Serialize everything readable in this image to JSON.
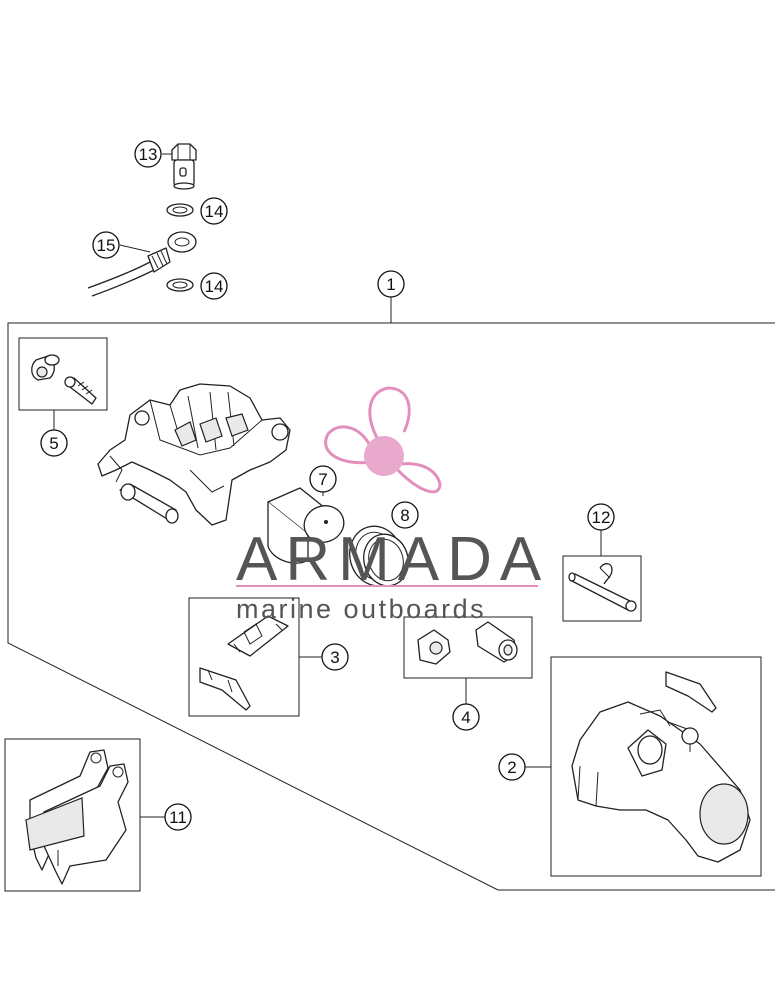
{
  "callouts": {
    "c1": "1",
    "c2": "2",
    "c3": "3",
    "c4": "4",
    "c5": "5",
    "c7": "7",
    "c8": "8",
    "c11": "11",
    "c12": "12",
    "c13": "13",
    "c14a": "14",
    "c14b": "14",
    "c15": "15"
  },
  "watermark": {
    "brand": "ARMADA",
    "tagline": "marine outboards",
    "logo_color": "#e28fbc",
    "logo_center_color": "#e8a9cc"
  }
}
